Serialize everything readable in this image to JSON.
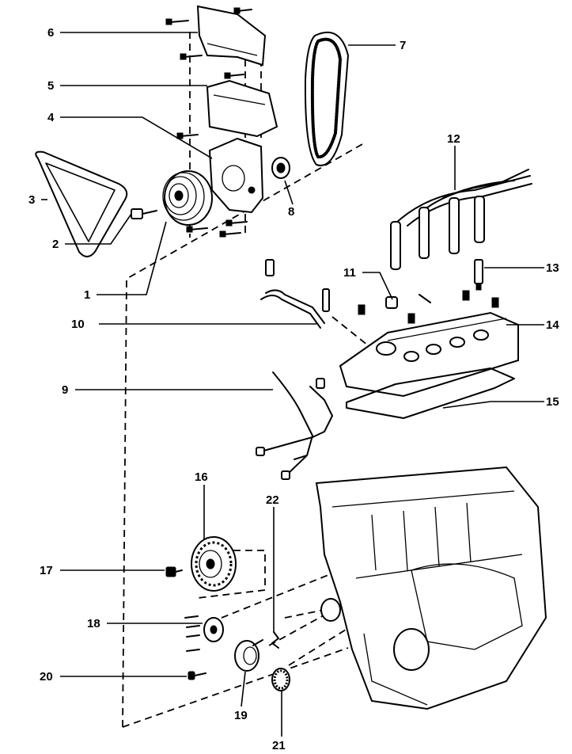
{
  "diagram": {
    "callouts": [
      {
        "id": "1",
        "label": "1"
      },
      {
        "id": "2",
        "label": "2"
      },
      {
        "id": "3",
        "label": "3"
      },
      {
        "id": "4",
        "label": "4"
      },
      {
        "id": "5",
        "label": "5"
      },
      {
        "id": "6",
        "label": "6"
      },
      {
        "id": "7",
        "label": "7"
      },
      {
        "id": "8",
        "label": "8"
      },
      {
        "id": "9",
        "label": "9"
      },
      {
        "id": "10",
        "label": "10"
      },
      {
        "id": "11",
        "label": "11"
      },
      {
        "id": "12",
        "label": "12"
      },
      {
        "id": "13",
        "label": "13"
      },
      {
        "id": "14",
        "label": "14"
      },
      {
        "id": "15",
        "label": "15"
      },
      {
        "id": "16",
        "label": "16"
      },
      {
        "id": "17",
        "label": "17"
      },
      {
        "id": "18",
        "label": "18"
      },
      {
        "id": "19",
        "label": "19"
      },
      {
        "id": "20",
        "label": "20"
      },
      {
        "id": "21",
        "label": "21"
      },
      {
        "id": "22",
        "label": "22"
      }
    ],
    "line_color": "#000000",
    "background": "#ffffff"
  }
}
